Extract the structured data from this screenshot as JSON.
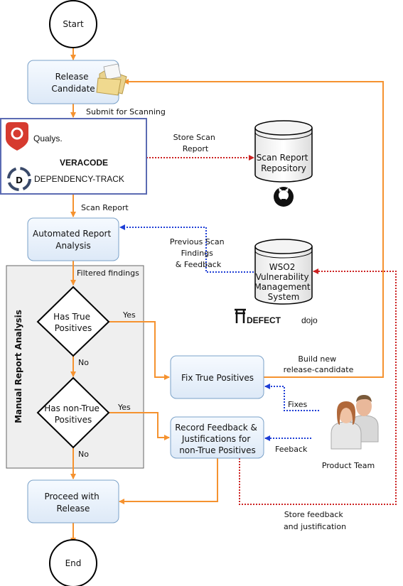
{
  "nodes": {
    "start": "Start",
    "release_candidate": [
      "Release",
      "Candidate"
    ],
    "automated_analysis": [
      "Automated Report",
      "Analysis"
    ],
    "has_true_positives": [
      "Has True",
      "Positives"
    ],
    "has_non_true_positives": [
      "Has non-True",
      "Positives"
    ],
    "fix_true_positives": "Fix True Positives",
    "record_feedback": [
      "Record Feedback &",
      "Justifications for",
      "non-True Positives"
    ],
    "proceed_release": [
      "Proceed with",
      "Release"
    ],
    "end": "End",
    "scan_report_repository": [
      "Scan Report",
      "Repository"
    ],
    "wso2_vms": [
      "WSO2",
      "Vulnerability",
      "Management",
      "System"
    ],
    "product_team": "Product Team"
  },
  "group": {
    "label": "Manual Report Analysis"
  },
  "edges": {
    "submit": "Submit for Scanning",
    "scan_report": "Scan Report",
    "store_scan_report": [
      "Store Scan",
      "Report"
    ],
    "previous_findings": [
      "Previous Scan",
      "Findings",
      "& Feedback"
    ],
    "filtered": "Filtered findings",
    "yes1": "Yes",
    "no1": "No",
    "yes2": "Yes",
    "no2": "No",
    "build_new": [
      "Build new",
      "release-candidate"
    ],
    "fixes": "Fixes",
    "feedback": "Feeback",
    "store_feedback": [
      "Store feedback",
      "and justification"
    ]
  },
  "logos": {
    "qualys": "Qualys.",
    "veracode": "VERACODE",
    "dependency_track": "DEPENDENCY-TRACK",
    "defectdojo_a": "DEFECT",
    "defectdojo_b": "dojo"
  },
  "colors": {
    "orange": "#f5922f",
    "red_dotted": "#cc2222",
    "blue_dotted": "#1f3fd6",
    "box_fill": "#eaf2fb",
    "box_stroke": "#7aa1c8"
  }
}
